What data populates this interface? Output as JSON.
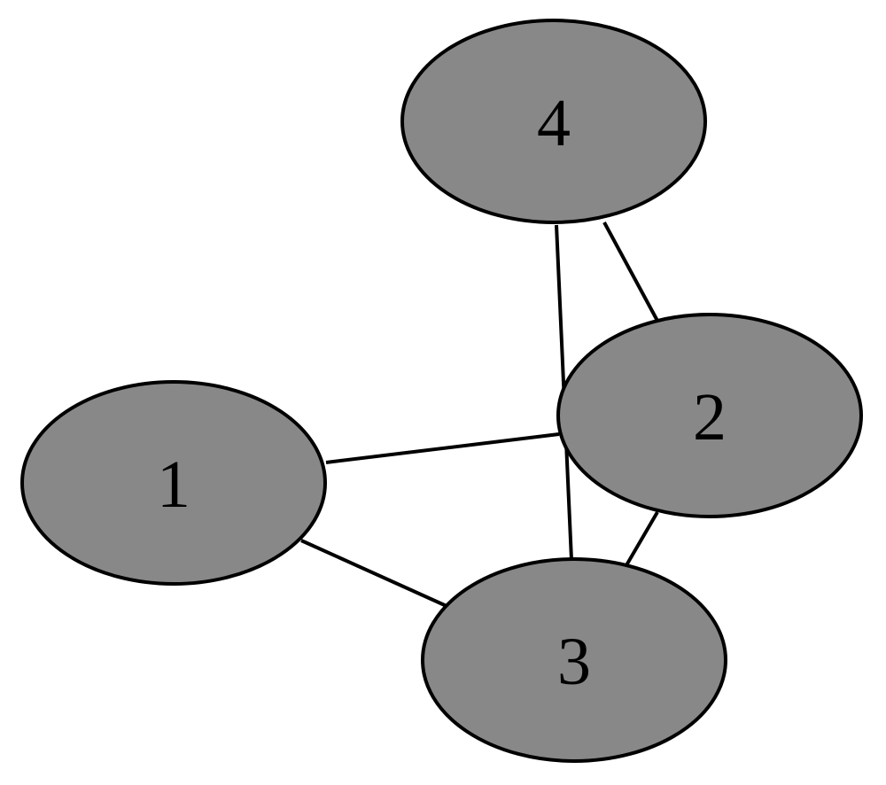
{
  "graph": {
    "node_fill": "#888888",
    "outline_color": "#000000",
    "nodes": [
      {
        "id": "n1",
        "label": "1"
      },
      {
        "id": "n2",
        "label": "2"
      },
      {
        "id": "n3",
        "label": "3"
      },
      {
        "id": "n4",
        "label": "4"
      }
    ],
    "edges": [
      {
        "from": "4",
        "to": "2"
      },
      {
        "from": "4",
        "to": "3"
      },
      {
        "from": "1",
        "to": "2"
      },
      {
        "from": "1",
        "to": "3"
      },
      {
        "from": "2",
        "to": "3"
      }
    ]
  }
}
